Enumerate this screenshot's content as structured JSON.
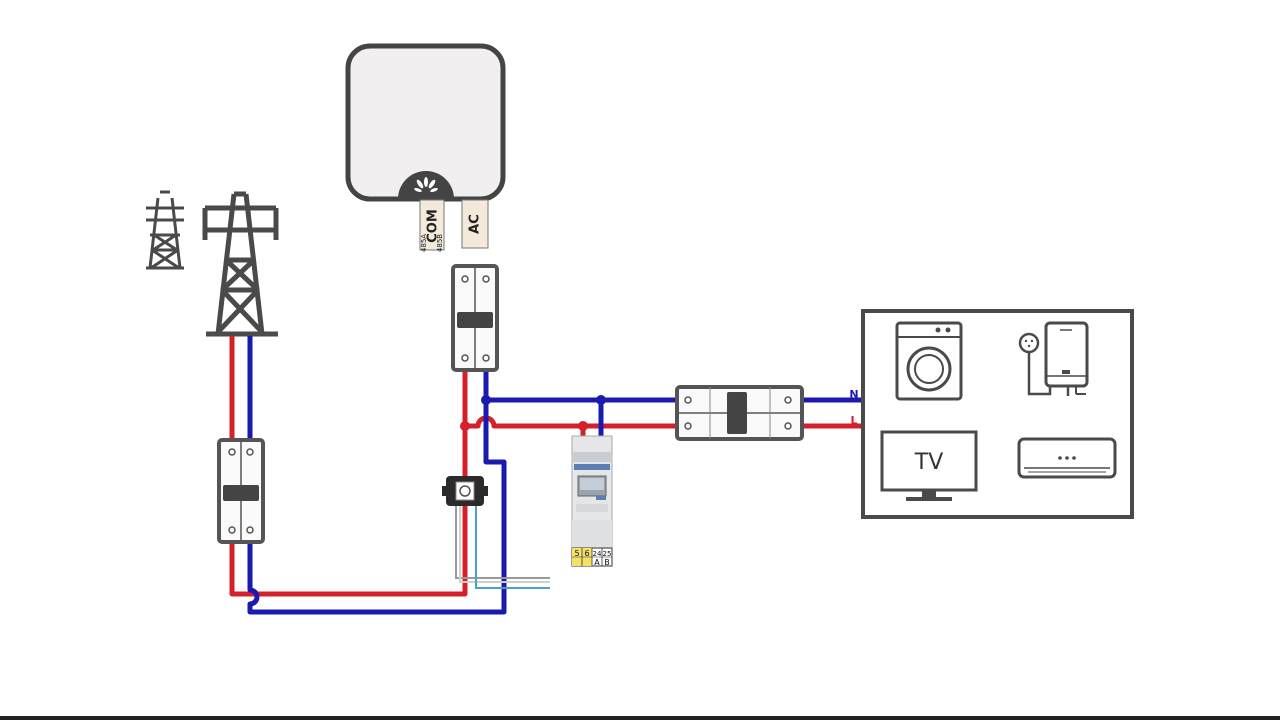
{
  "inverter": {
    "com_label": "COM",
    "com_pin_a": "485A",
    "com_pin_b": "485B",
    "ac_label": "AC"
  },
  "meter": {
    "l_label": "L",
    "n_label": "N",
    "terminals": [
      "5",
      "6",
      "24",
      "25"
    ],
    "terminal_sub": [
      "",
      "",
      "A",
      "B"
    ]
  },
  "loads": {
    "n_label": "N",
    "l_label": "L",
    "tv_label": "TV"
  },
  "colors": {
    "live": "#d3202b",
    "neutral": "#1a1aaf",
    "equipment": "#4a4a4a",
    "signal": "#4aa3c7"
  }
}
